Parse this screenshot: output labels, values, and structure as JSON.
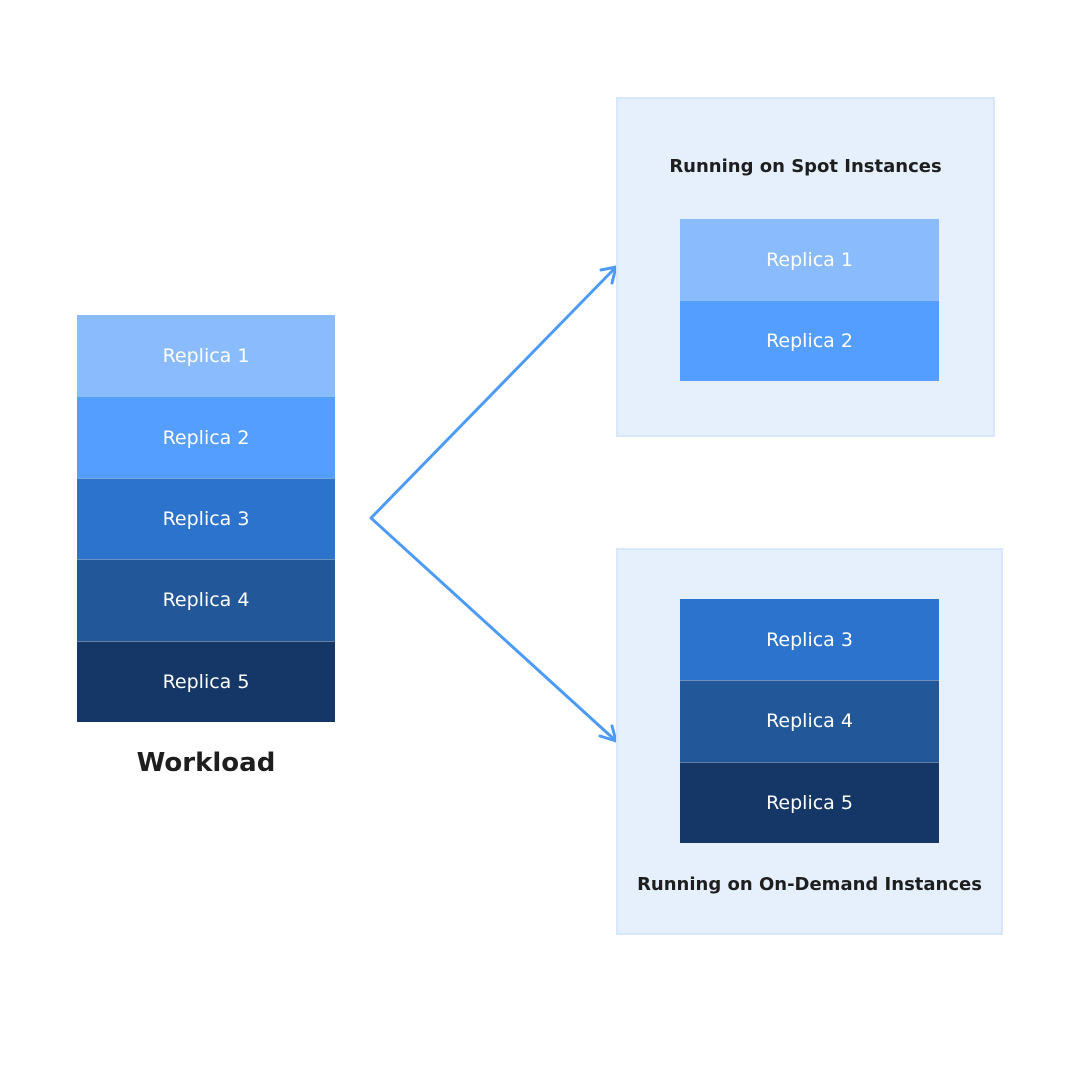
{
  "workload": {
    "label": "Workload",
    "replicas": [
      {
        "label": "Replica 1",
        "color": "#8ABCFD"
      },
      {
        "label": "Replica 2",
        "color": "#539EFF"
      },
      {
        "label": "Replica 3",
        "color": "#2C73CD"
      },
      {
        "label": "Replica 4",
        "color": "#22579A"
      },
      {
        "label": "Replica 5",
        "color": "#143767"
      }
    ]
  },
  "spot": {
    "title": "Running on Spot Instances",
    "replicas": [
      {
        "label": "Replica 1",
        "color": "#8ABCFD"
      },
      {
        "label": "Replica 2",
        "color": "#539EFF"
      }
    ]
  },
  "on_demand": {
    "title": "Running on On-Demand Instances",
    "replicas": [
      {
        "label": "Replica 3",
        "color": "#2C73CD"
      },
      {
        "label": "Replica 4",
        "color": "#22579A"
      },
      {
        "label": "Replica 5",
        "color": "#143767"
      }
    ]
  },
  "colors": {
    "arrow": "#4D9BF5",
    "panel_bg": "#E6F0FD",
    "text_dark": "#1E1E1E"
  }
}
